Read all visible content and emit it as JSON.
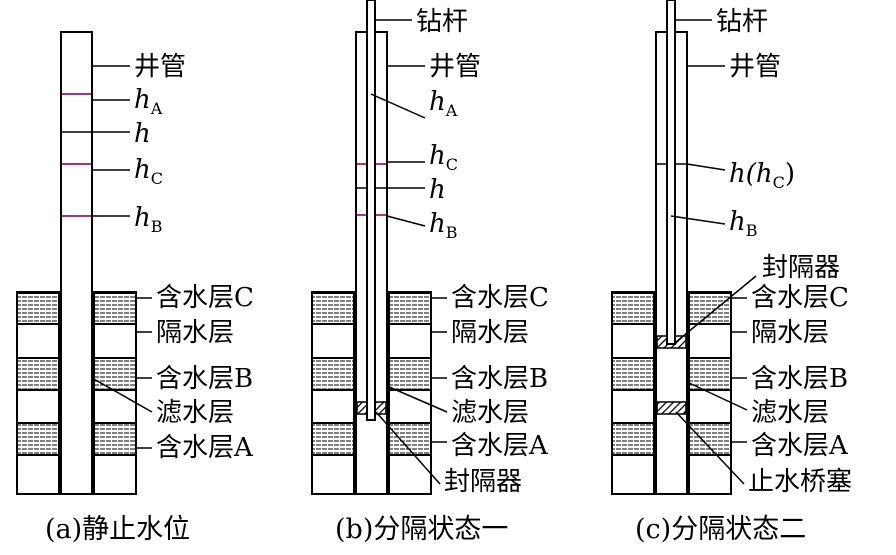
{
  "panels": [
    {
      "caption": "(a)静止水位",
      "pipe_label": "井管",
      "levels": [
        {
          "main": "h",
          "sub": "A"
        },
        {
          "main": "h",
          "sub": ""
        },
        {
          "main": "h",
          "sub": "C"
        },
        {
          "main": "h",
          "sub": "B"
        }
      ],
      "layers": [
        "含水层C",
        "隔水层",
        "含水层B",
        "滤水层",
        "含水层A"
      ]
    },
    {
      "caption": "(b)分隔状态一",
      "rod_label": "钻杆",
      "pipe_label": "井管",
      "levels": [
        {
          "main": "h",
          "sub": "A"
        },
        {
          "main": "h",
          "sub": "C"
        },
        {
          "main": "h",
          "sub": ""
        },
        {
          "main": "h",
          "sub": "B"
        }
      ],
      "layers": [
        "含水层C",
        "隔水层",
        "含水层B",
        "滤水层",
        "含水层A"
      ],
      "packer_label": "封隔器"
    },
    {
      "caption": "(c)分隔状态二",
      "rod_label": "钻杆",
      "pipe_label": "井管",
      "levels": [
        {
          "main": "h(h",
          "sub": "C",
          "tail": ")"
        },
        {
          "main": "h",
          "sub": "B"
        }
      ],
      "packer_label": "封隔器",
      "layers": [
        "含水层C",
        "隔水层",
        "含水层B",
        "滤水层",
        "含水层A"
      ],
      "plug_label": "止水桥塞"
    }
  ],
  "colors": {
    "line": "#000000",
    "water_level": "#b0307a",
    "hatch": "#000000"
  }
}
